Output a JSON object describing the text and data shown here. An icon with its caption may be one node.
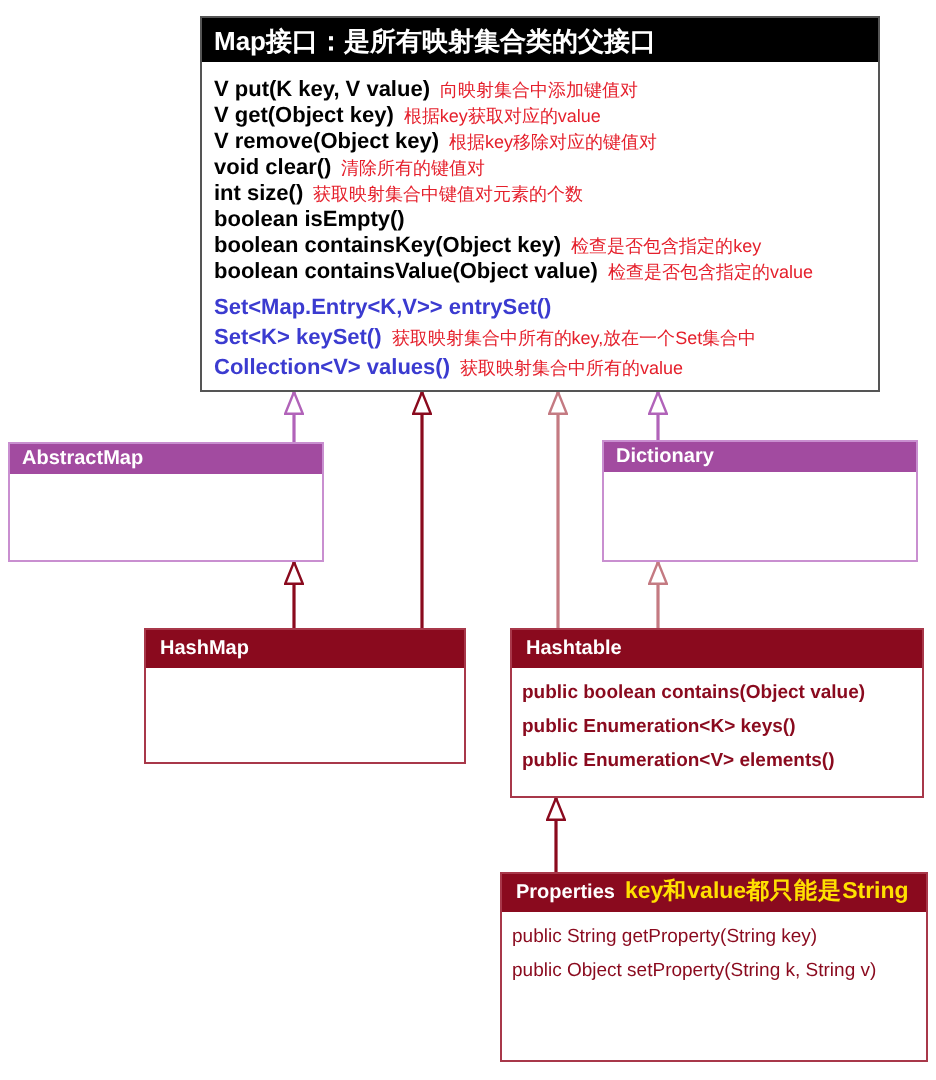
{
  "diagram": {
    "nodes": [
      {
        "text": [
          "Map接口：是所有映射集合类的父接口",
          "V put(K key, V value)",
          "向映射集合中添加键值对",
          "V get(Object key)",
          "根据key获取对应的value",
          "V remove(Object key)",
          "根据key移除对应的键值对",
          "void clear()",
          "清除所有的键值对",
          "int size()",
          "获取映射集合中键值对元素的个数",
          "boolean isEmpty()",
          "boolean containsKey(Object key)",
          "检查是否包含指定的key",
          "boolean containsValue(Object value)",
          "检查是否包含指定的value",
          "Set<Map.Entry<K,V>> entrySet()",
          "Set<K> keySet()",
          "获取映射集合中所有的key,放在一个Set集合中",
          "Collection<V> values()",
          "获取映射集合中所有的value"
        ]
      },
      {
        "text": [
          "AbstractMap"
        ]
      },
      {
        "text": [
          "Dictionary"
        ]
      },
      {
        "text": [
          "HashMap"
        ]
      },
      {
        "text": [
          "Hashtable",
          "public boolean contains(Object value)",
          "public Enumeration<K> keys()",
          "public Enumeration<V> elements()"
        ]
      },
      {
        "text": [
          "Properties",
          "key和value都只能是String",
          "public String getProperty(String key)",
          "public Object setProperty(String k, String v)"
        ]
      }
    ],
    "edges": [
      {
        "from": 1,
        "to": 0,
        "arrow": "to",
        "color": "#b163b9"
      },
      {
        "from": 3,
        "to": 0,
        "arrow": "to"
      },
      {
        "from": 4,
        "to": 0,
        "arrow": "to",
        "color": "#c47a82"
      },
      {
        "from": 2,
        "to": 0,
        "arrow": "to",
        "color": "#b163b9"
      },
      {
        "from": 3,
        "to": 1,
        "arrow": "to"
      },
      {
        "from": 4,
        "to": 2,
        "arrow": "to",
        "color": "#c47a82"
      },
      {
        "from": 5,
        "to": 4,
        "arrow": "to"
      }
    ]
  }
}
